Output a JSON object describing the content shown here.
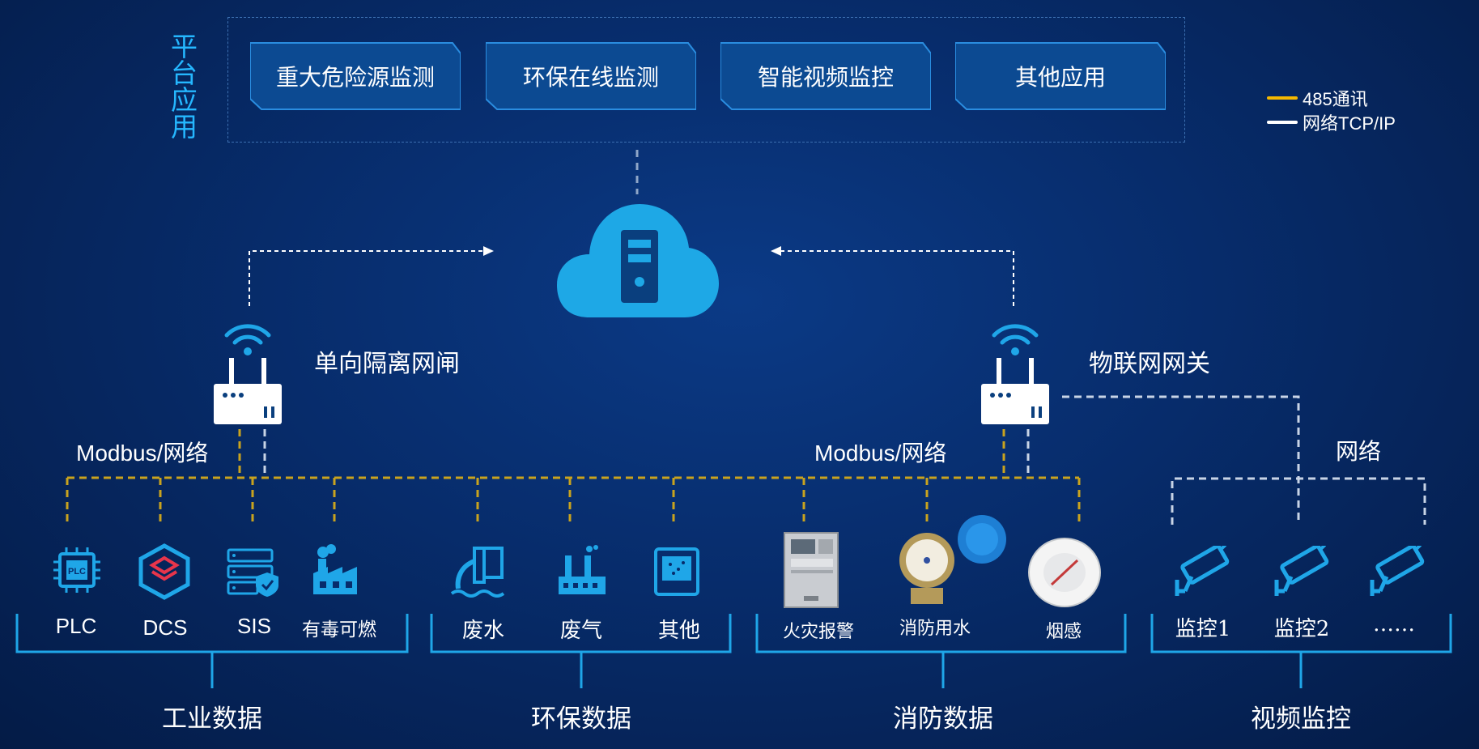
{
  "platform": {
    "label": "平台应用",
    "apps": [
      "重大危险源监测",
      "环保在线监测",
      "智能视频监控",
      "其他应用"
    ]
  },
  "legend": {
    "items": [
      {
        "label": "485通讯",
        "color": "#f5b800"
      },
      {
        "label": "网络TCP/IP",
        "color": "#ffffff"
      }
    ]
  },
  "gateways": {
    "left_label": "单向隔离网闸",
    "right_label": "物联网网关",
    "left_protocol": "Modbus/网络",
    "right_protocol": "Modbus/网络",
    "network_label": "网络"
  },
  "groups": [
    {
      "name": "工业数据",
      "devices": [
        "PLC",
        "DCS",
        "SIS",
        "有毒可燃"
      ]
    },
    {
      "name": "环保数据",
      "devices": [
        "废水",
        "废气",
        "其他"
      ]
    },
    {
      "name": "消防数据",
      "devices": [
        "火灾报警",
        "消防用水",
        "烟感"
      ]
    },
    {
      "name": "视频监控",
      "devices": [
        "监控1",
        "监控2",
        "……"
      ]
    }
  ],
  "colors": {
    "accent": "#1fa6e8",
    "line_yellow": "#c9a31e",
    "line_white": "#c8d4e6",
    "frame": "#2b8fd6"
  }
}
